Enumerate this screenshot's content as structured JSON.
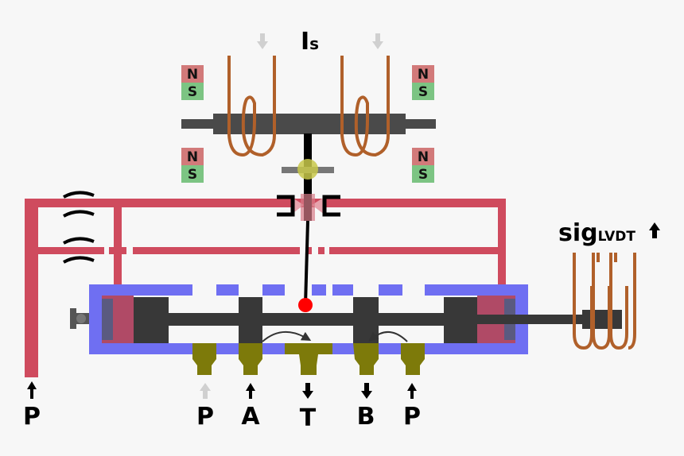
{
  "current_label": {
    "main": "I",
    "sub": "s"
  },
  "signal_label": {
    "main": "sig",
    "sub": "LVDT"
  },
  "magnets": [
    {
      "north": "N",
      "south": "S"
    },
    {
      "north": "N",
      "south": "S"
    },
    {
      "north": "N",
      "south": "S"
    },
    {
      "north": "N",
      "south": "S"
    }
  ],
  "ports": {
    "p_left": "P",
    "p_main": "P",
    "a": "A",
    "t": "T",
    "b": "B",
    "p_right": "P"
  },
  "colors": {
    "coil": "#b0602a",
    "pilot_line": "#cf4b5e",
    "housing": "#6f6ff2",
    "spool": "#383838",
    "port": "#7d7a0a",
    "magnet_n": "#d27a7a",
    "magnet_s": "#7cc483",
    "nozzle_pin": "#ff0000",
    "flapper_pivot": "#c8c84a"
  }
}
